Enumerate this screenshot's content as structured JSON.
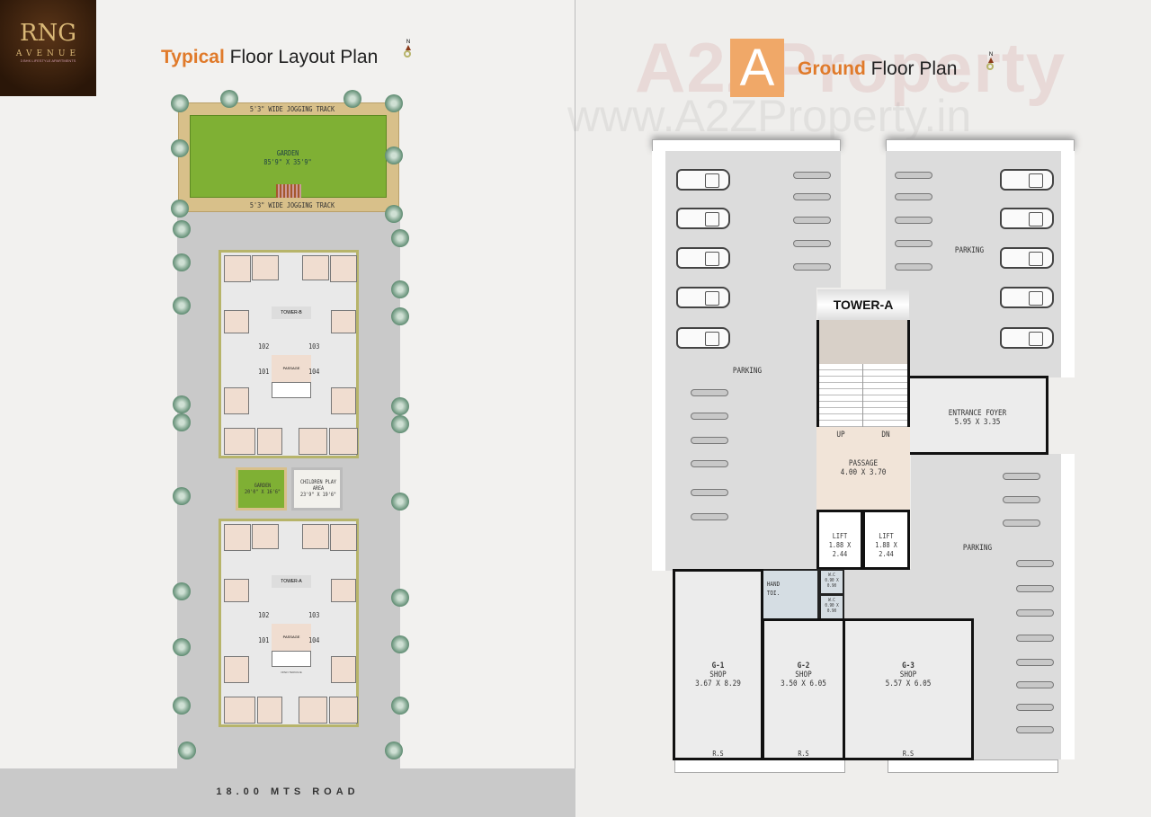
{
  "logo": {
    "brand": "RNG",
    "name": "AVENUE",
    "tagline": "3 BHK LIFESTYLE APARTMENTS"
  },
  "left": {
    "title_accent": "Typical",
    "title_rest": "Floor Layout Plan",
    "north": "N",
    "jogging_top": "5'3\" WIDE JOGGING TRACK",
    "jogging_bottom": "5'3\" WIDE JOGGING TRACK",
    "garden": {
      "name": "GARDEN",
      "size": "85'9\" X 35'9\""
    },
    "tower_b": {
      "label": "TOWER-B",
      "units": [
        "101",
        "102",
        "103",
        "104"
      ],
      "passage": "PASSAGE"
    },
    "tower_a": {
      "label": "TOWER-A",
      "units": [
        "101",
        "102",
        "103",
        "104"
      ],
      "passage": "PASSAGE",
      "open_terrace": "OPEN TERRACE"
    },
    "mid_garden": {
      "name": "GARDEN",
      "size": "20'0\" X 16'6\""
    },
    "play_area": {
      "name": "CHILDREN PLAY AREA",
      "size": "23'9\" X 19'6\""
    },
    "road": "18.00 MTS ROAD"
  },
  "right": {
    "watermark": "A2ZProperty",
    "watermark_url": "www.A2ZProperty.in",
    "tower_letter": "A",
    "title_accent": "Ground",
    "title_rest": "Floor Plan",
    "north": "N",
    "tower_label": "TOWER-A",
    "parking_labels": [
      "PARKING",
      "PARKING",
      "PARKING"
    ],
    "stairs": {
      "up": "UP",
      "down": "DN"
    },
    "passage": {
      "name": "PASSAGE",
      "size": "4.00 X 3.70"
    },
    "entrance": {
      "name": "ENTRANCE FOYER",
      "size": "5.95 X 3.35"
    },
    "lifts": [
      {
        "name": "LIFT",
        "size": "1.88 X 2.44"
      },
      {
        "name": "LIFT",
        "size": "1.88 X 2.44"
      }
    ],
    "hand_toilet": "HAND TOI.",
    "wc": [
      {
        "name": "W.C",
        "size": "0.90 X 0.90"
      },
      {
        "name": "W.C",
        "size": "0.90 X 0.90"
      }
    ],
    "shops": [
      {
        "id": "G-1",
        "type": "SHOP",
        "size": "3.67 X 8.29",
        "rs": "R.S"
      },
      {
        "id": "G-2",
        "type": "SHOP",
        "size": "3.50 X 6.05",
        "rs": "R.S"
      },
      {
        "id": "G-3",
        "type": "SHOP",
        "size": "5.57 X 6.05",
        "rs": "R.S"
      }
    ]
  },
  "colors": {
    "accent": "#e07a2a",
    "garden": "#7fb034",
    "track": "#d8c08a",
    "road": "#c9c9c9",
    "passage": "#f1e4d8"
  }
}
